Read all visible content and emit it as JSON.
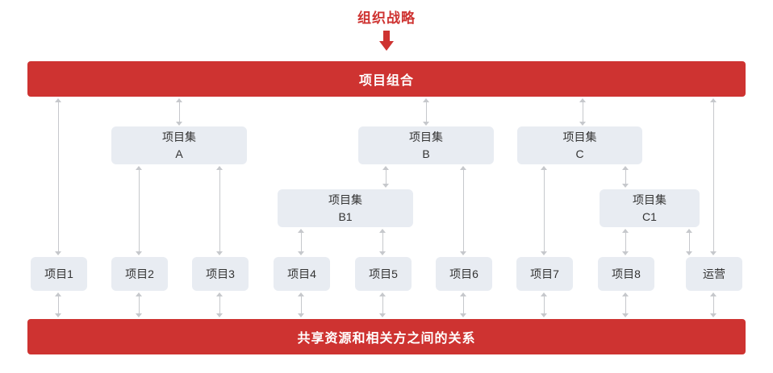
{
  "diagram": {
    "strategy": {
      "label": "组织战略",
      "arrow_icon": "down-arrow-icon",
      "color": "#CE3331"
    },
    "portfolio_bar": {
      "label": "项目组合",
      "color": "#CE3331"
    },
    "shared_bar": {
      "label": "共享资源和相关方之间的关系",
      "color": "#CE3331"
    },
    "node_color": "#E8ECF2",
    "connector_color": "#C6C8CC",
    "programs": [
      {
        "id": "A",
        "line1": "项目集",
        "line2": "A"
      },
      {
        "id": "B",
        "line1": "项目集",
        "line2": "B"
      },
      {
        "id": "C",
        "line1": "项目集",
        "line2": "C"
      },
      {
        "id": "B1",
        "line1": "项目集",
        "line2": "B1"
      },
      {
        "id": "C1",
        "line1": "项目集",
        "line2": "C1"
      }
    ],
    "projects": [
      {
        "id": "p1",
        "label": "项目1"
      },
      {
        "id": "p2",
        "label": "项目2"
      },
      {
        "id": "p3",
        "label": "项目3"
      },
      {
        "id": "p4",
        "label": "项目4"
      },
      {
        "id": "p5",
        "label": "项目5"
      },
      {
        "id": "p6",
        "label": "项目6"
      },
      {
        "id": "p7",
        "label": "项目7"
      },
      {
        "id": "p8",
        "label": "项目8"
      },
      {
        "id": "ops",
        "label": "运营"
      }
    ]
  }
}
